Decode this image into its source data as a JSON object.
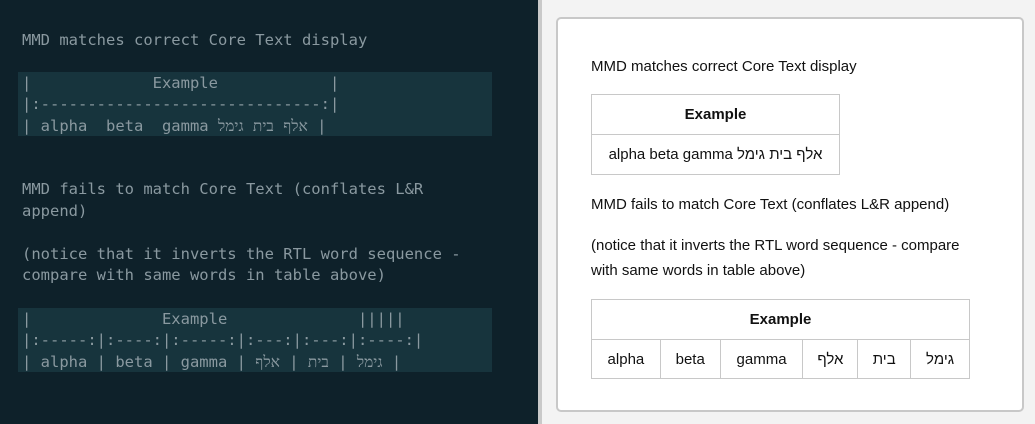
{
  "editor": {
    "heading1": "MMD matches correct Core Text display",
    "table1": {
      "line1": "|             Example            |",
      "line2": "|:------------------------------:|",
      "line3": "| alpha  beta  gamma אלף בית גימל |"
    },
    "heading2_line1": "MMD fails to match Core Text (conflates L&R",
    "heading2_line2": "append)",
    "note_line1": "(notice that it inverts the RTL word sequence -",
    "note_line2": "compare with same words in table above)",
    "table2": {
      "line1": "|              Example              |||||",
      "line2": "|:-----:|:----:|:-----:|:---:|:---:|:----:|",
      "line3": "| alpha | beta | gamma | גימל | בית | אלף |"
    }
  },
  "preview": {
    "heading1": "MMD matches correct Core Text display",
    "table1": {
      "header": "Example",
      "cell": "alpha beta gamma אלף בית גימל"
    },
    "heading2": "MMD fails to match Core Text (conflates L&R append)",
    "note_line1": "(notice that it inverts the RTL word sequence - compare",
    "note_line2": "with same words in table above)",
    "table2": {
      "header": "Example",
      "cells": [
        "alpha",
        "beta",
        "gamma",
        "אלף",
        "בית",
        "גימל"
      ]
    }
  },
  "colors": {
    "editor_bg": "#0e212a",
    "editor_block_bg": "#17343d",
    "editor_text": "#8a99a0"
  }
}
